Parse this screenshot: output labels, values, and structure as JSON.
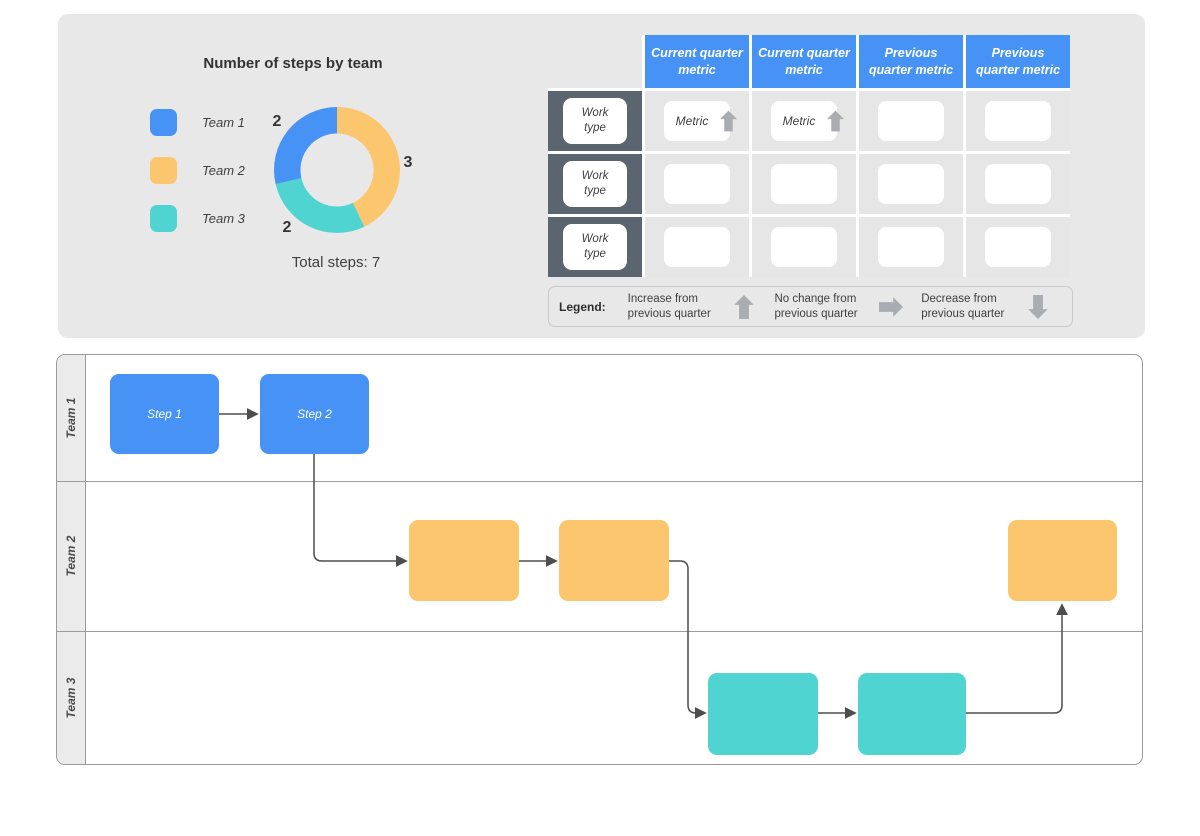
{
  "colors": {
    "accent_blue": "#4693f5",
    "accent_yellow": "#fbc66d",
    "accent_teal": "#50d4d1",
    "slate_header": "#5b6570",
    "arrow_gray": "#a9adb2",
    "connector": "#4d4d4d"
  },
  "dashboard": {
    "chart": {
      "title": "Number of steps by team",
      "total_label": "Total steps: 7",
      "legend": [
        {
          "label": "Team 1",
          "color": "#4693f5"
        },
        {
          "label": "Team 2",
          "color": "#fbc66d"
        },
        {
          "label": "Team 3",
          "color": "#50d4d1"
        }
      ]
    },
    "table": {
      "headers": [
        "Current quarter metric",
        "Current quarter metric",
        "Previous quarter metric",
        "Previous quarter metric"
      ],
      "rows": [
        {
          "label": "Work type",
          "cells": [
            {
              "text": "Metric",
              "arrow": "up"
            },
            {
              "text": "Metric",
              "arrow": "up"
            },
            {
              "text": ""
            },
            {
              "text": ""
            }
          ]
        },
        {
          "label": "Work type",
          "cells": [
            {
              "text": ""
            },
            {
              "text": ""
            },
            {
              "text": ""
            },
            {
              "text": ""
            }
          ]
        },
        {
          "label": "Work type",
          "cells": [
            {
              "text": ""
            },
            {
              "text": ""
            },
            {
              "text": ""
            },
            {
              "text": ""
            }
          ]
        }
      ]
    },
    "legend_bar": {
      "label": "Legend:",
      "items": [
        {
          "text": "Increase from previous quarter",
          "arrow": "up"
        },
        {
          "text": "No change from previous quarter",
          "arrow": "right"
        },
        {
          "text": "Decrease from previous quarter",
          "arrow": "down"
        }
      ]
    }
  },
  "swimlane": {
    "lanes": [
      {
        "label": "Team 1"
      },
      {
        "label": "Team 2"
      },
      {
        "label": "Team 3"
      }
    ],
    "boxes": {
      "step1": "Step 1",
      "step2": "Step 2"
    }
  },
  "chart_data": {
    "type": "pie",
    "subtype": "donut",
    "title": "Number of steps by team",
    "segments": [
      {
        "label": "Team 1",
        "value": 2,
        "color": "#4693f5"
      },
      {
        "label": "Team 2",
        "value": 3,
        "color": "#fbc66d"
      },
      {
        "label": "Team 3",
        "value": 2,
        "color": "#50d4d1"
      }
    ],
    "draw_order": [
      1,
      2,
      0
    ],
    "start_angle_deg": 0,
    "direction": "clockwise",
    "inner_radius_ratio": 0.58,
    "total": 7,
    "annotation": "Total steps: 7",
    "legend_position": "left"
  }
}
